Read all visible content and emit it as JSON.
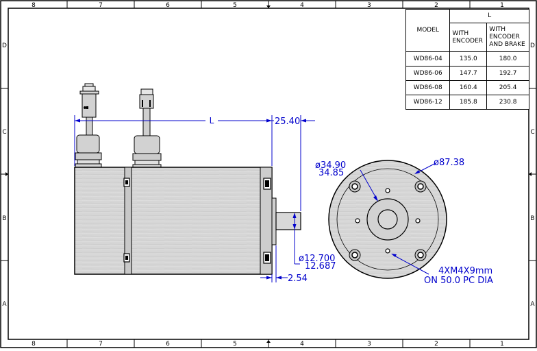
{
  "border": {
    "cols": [
      "8",
      "7",
      "6",
      "5",
      "4",
      "3",
      "2",
      "1"
    ],
    "rows": [
      "D",
      "C",
      "B",
      "A"
    ]
  },
  "table": {
    "header_l": "L",
    "col_model": "MODEL",
    "col_enc": "WITH ENCODER",
    "col_enc_brake": "WITH ENCODER AND BRAKE",
    "rows": [
      {
        "model": "WD86-04",
        "enc": "135.0",
        "brake": "180.0"
      },
      {
        "model": "WD86-06",
        "enc": "147.7",
        "brake": "192.7"
      },
      {
        "model": "WD86-08",
        "enc": "160.4",
        "brake": "205.4"
      },
      {
        "model": "WD86-12",
        "enc": "185.8",
        "brake": "230.8"
      }
    ]
  },
  "dims": {
    "length": "L",
    "shaft_len": "25.40",
    "pilot_upper": "ø34.90",
    "pilot_lower": "34.85",
    "body_dia": "ø87.38",
    "shaft_upper": "ø12.700",
    "shaft_lower": "12.687",
    "flange": "2.54",
    "holes_1": "4XM4X9mm",
    "holes_2": "ON 50.0 PC DIA"
  },
  "colors": {
    "line": "#000000",
    "dim": "#0000cc",
    "body": "#d4d4d4",
    "body_dark": "#b8b8b8"
  }
}
